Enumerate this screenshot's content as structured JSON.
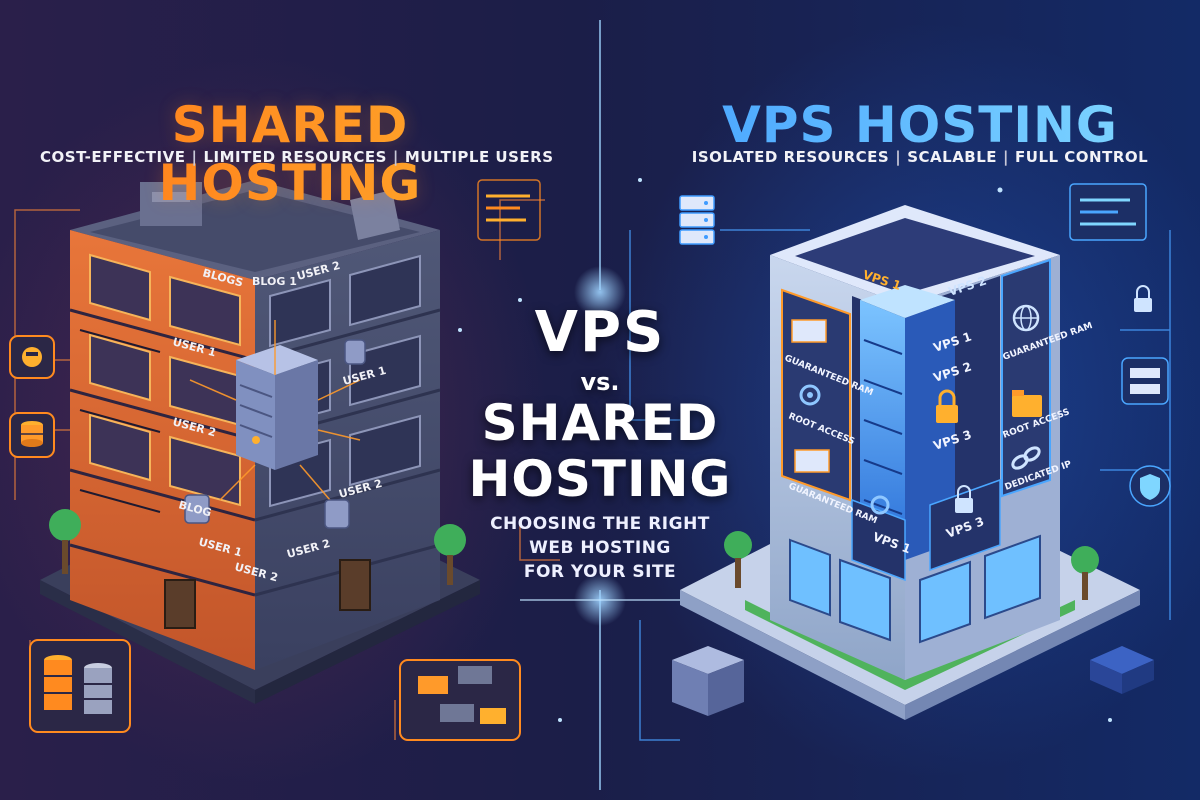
{
  "shared": {
    "title": "SHARED HOSTING",
    "features": [
      "COST-EFFECTIVE",
      "LIMITED RESOURCES",
      "MULTIPLE USERS"
    ],
    "window_labels": [
      "BLOGS",
      "BLOG 1",
      "USER 2",
      "USER 1",
      "USER 1",
      "USER 2",
      "BLOG",
      "USER 2",
      "USER 1",
      "USER 2",
      "USER 2"
    ],
    "accent_color": "#ff8a1f"
  },
  "vps": {
    "title": "VPS HOSTING",
    "features": [
      "ISOLATED RESOURCES",
      "SCALABLE",
      "FULL CONTROL"
    ],
    "top_labels": [
      "VPS 1",
      "VPS 2"
    ],
    "left_panels": [
      "GUARANTEED RAM",
      "ROOT ACCESS",
      "GUARANTEED RAM"
    ],
    "center_labels": [
      "VPS 1",
      "VPS 2",
      "VPS 3"
    ],
    "right_panels": [
      "GUARANTEED RAM",
      "ROOT ACCESS",
      "DEDICATED IP"
    ],
    "bottom_labels": [
      "VPS 1",
      "VPS 3"
    ],
    "accent_color": "#3f9bff"
  },
  "center": {
    "line1": "VPS",
    "line2": "vs.",
    "line3": "SHARED",
    "line4": "HOSTING",
    "sub1": "CHOOSING THE RIGHT",
    "sub2": "WEB HOSTING",
    "sub3": "FOR YOUR SITE"
  },
  "icons": [
    "database-icon",
    "server-icon",
    "gear-icon",
    "lock-icon",
    "folder-icon",
    "globe-icon",
    "shield-icon",
    "code-window-icon",
    "link-icon"
  ]
}
